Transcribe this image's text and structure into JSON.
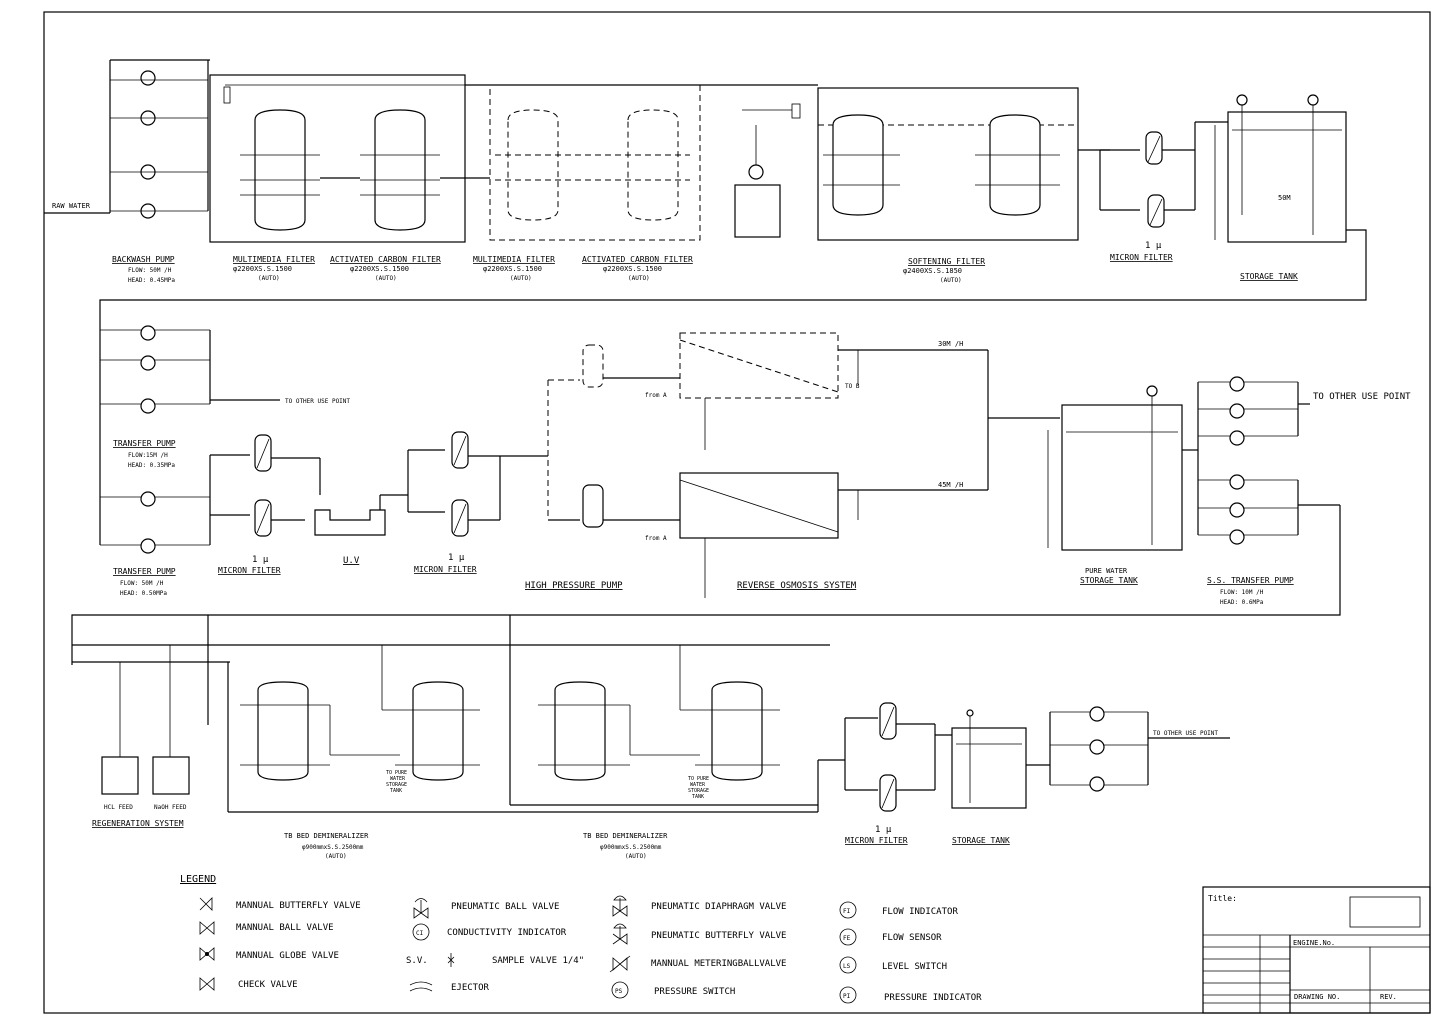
{
  "inlet": {
    "raw_water": "RAW WATER"
  },
  "stage1": {
    "backwash_pump": {
      "title": "BACKWASH PUMP",
      "flow": "FLOW: 50M /H",
      "head": "HEAD: 0.45MPa"
    },
    "filters": [
      {
        "title": "MULTIMEDIA FILTER",
        "spec": "φ2200XS.S.1500",
        "mode": "(AUTO)"
      },
      {
        "title": "ACTIVATED CARBON FILTER",
        "spec": "φ2200XS.S.1500",
        "mode": "(AUTO)"
      },
      {
        "title": "MULTIMEDIA FILTER",
        "spec": "φ2200XS.S.1500",
        "mode": "(AUTO)"
      },
      {
        "title": "ACTIVATED CARBON FILTER",
        "spec": "φ2200XS.S.1500",
        "mode": "(AUTO)"
      }
    ],
    "softening_filter": {
      "title": "SOFTENING FILTER",
      "spec": "φ2400XS.S.1850",
      "mode": "(AUTO)"
    },
    "micron_filter": {
      "size": "1 μ",
      "title": "MICRON FILTER"
    },
    "storage_tank": {
      "title": "STORAGE TANK",
      "volume": "50M"
    }
  },
  "stage2": {
    "transfer_pump_1": {
      "title": "TRANSFER PUMP",
      "flow": "FLOW:15M /H",
      "head": "HEAD: 0.35MPa"
    },
    "to_other_use_point_small": "TO OTHER USE POINT",
    "transfer_pump_2": {
      "title": "TRANSFER PUMP",
      "flow": "FLOW: 50M /H",
      "head": "HEAD: 0.50MPa"
    },
    "micron_filter_a": {
      "size": "1 μ",
      "title": "MICRON FILTER"
    },
    "uv": "U.V",
    "micron_filter_b": {
      "size": "1 μ",
      "title": "MICRON FILTER"
    },
    "high_pressure_pump": "HIGH PRESSURE PUMP",
    "ro_system": "REVERSE OSMOSIS SYSTEM",
    "ro_flow_top": "30M /H",
    "ro_flow_bottom": "45M /H",
    "to_b": "TO B",
    "from_a": "from A",
    "pure_water_tank": {
      "line1": "PURE WATER",
      "line2": "STORAGE TANK"
    },
    "ss_transfer_pump": {
      "title": "S.S. TRANSFER PUMP",
      "flow": "FLOW: 10M /H",
      "head": "HEAD: 0.6MPa"
    },
    "to_other_use_point": "TO OTHER USE POINT"
  },
  "stage3": {
    "hcl_feed": "HCL FEED",
    "naoh_feed": "NaOH FEED",
    "regeneration": "REGENERATION SYSTEM",
    "demin_1": {
      "title": "TB BED DEMINERALIZER",
      "spec": "φ900mmxS.S.2500mm",
      "mode": "(AUTO)"
    },
    "demin_2": {
      "title": "TB BED DEMINERALIZER",
      "spec": "φ900mmxS.S.2500mm",
      "mode": "(AUTO)"
    },
    "to_pure_1": [
      "TO PURE",
      "WATER",
      "STORAGE",
      "TANK"
    ],
    "to_pure_2": [
      "TO PURE",
      "WATER",
      "STORAGE",
      "TANK"
    ],
    "micron_filter": {
      "size": "1 μ",
      "title": "MICRON FILTER"
    },
    "storage_tank": "STORAGE TANK",
    "to_other_use_point": "TO OTHER USE POINT"
  },
  "legend": {
    "title": "LEGEND",
    "col1": [
      "MANNUAL BUTTERFLY VALVE",
      "MANNUAL BALL VALVE",
      "MANNUAL GLOBE VALVE",
      "CHECK VALVE"
    ],
    "col2": [
      "PNEUMATIC BALL VALVE",
      "CONDUCTIVITY INDICATOR",
      "SAMPLE VALVE 1/4\"",
      "EJECTOR"
    ],
    "sv": "S.V.",
    "ci": "CI",
    "col3": [
      "PNEUMATIC DIAPHRAGM VALVE",
      "PNEUMATIC BUTTERFLY VALVE",
      "MANNUAL METERINGBALLVALVE",
      "PRESSURE SWITCH"
    ],
    "ps": "PS",
    "col4": [
      "FLOW INDICATOR",
      "FLOW SENSOR",
      "LEVEL SWITCH",
      "PRESSURE INDICATOR"
    ],
    "col4_codes": [
      "FI",
      "FE",
      "LS",
      "PI"
    ]
  },
  "title_block": {
    "title_label": "Title:",
    "engine_no": "ENGINE.No.",
    "drawing_no": "DRAWING NO.",
    "rev": "REV."
  }
}
